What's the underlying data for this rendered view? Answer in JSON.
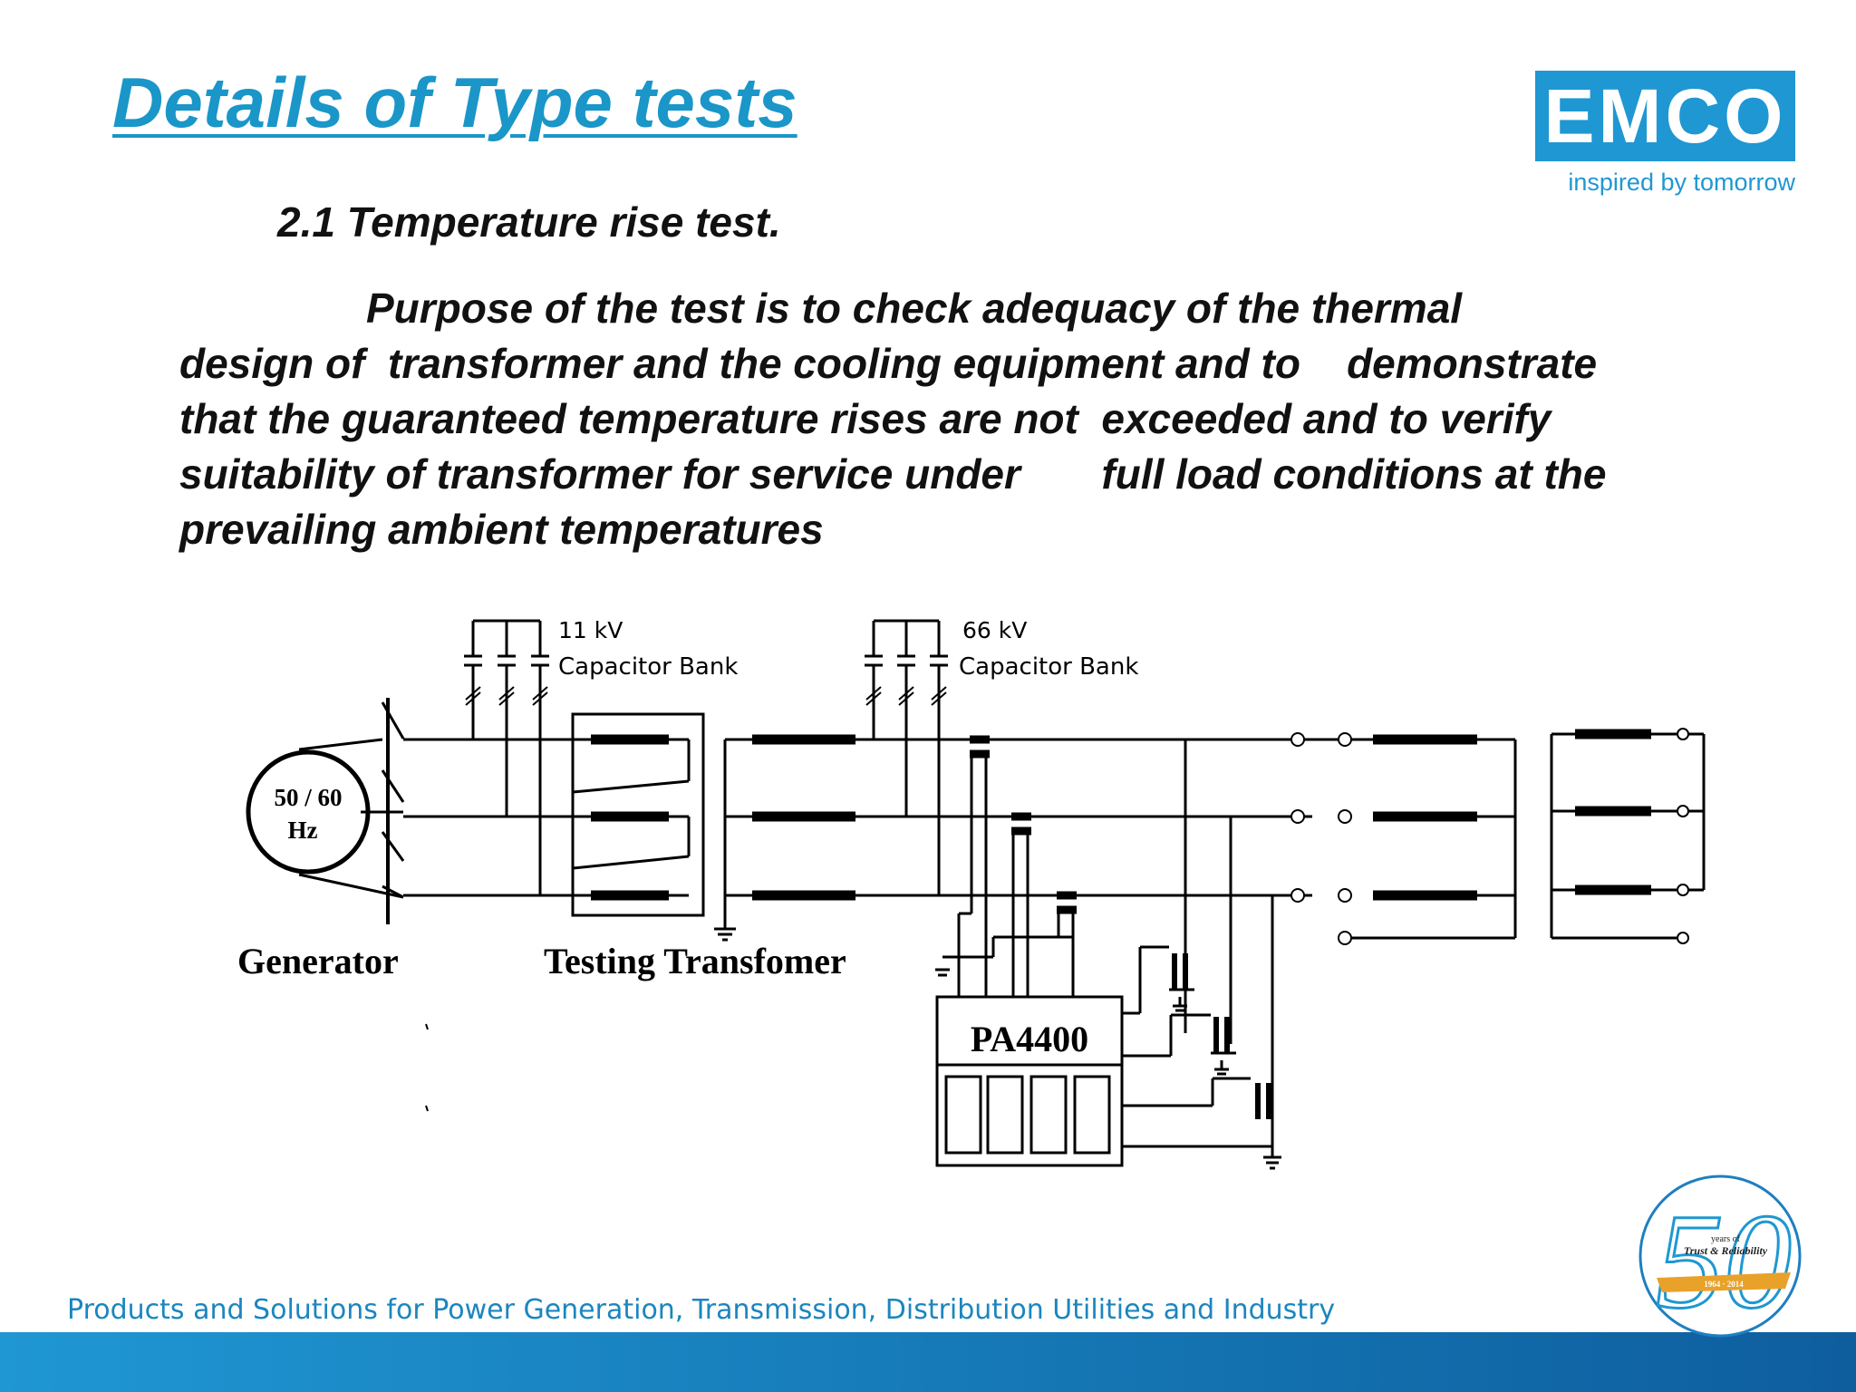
{
  "title": "Details of Type tests",
  "logo": {
    "name": "EMCO",
    "tagline": "inspired by tomorrow",
    "color": "#1f97d3"
  },
  "section": {
    "heading": "2.1 Temperature rise test.",
    "purpose_lines": [
      "Purpose of the test is to check adequacy of the thermal",
      "design of  transformer and the cooling equipment and to    demonstrate",
      "that the guaranteed temperature rises are not  exceeded and to verify",
      "suitability of transformer for service under       full load conditions at the",
      "prevailing ambient temperatures"
    ]
  },
  "diagram": {
    "capacitor_bank_11": {
      "voltage": "11 kV",
      "label": "Capacitor Bank"
    },
    "capacitor_bank_66": {
      "voltage": "66 kV",
      "label": "Capacitor Bank"
    },
    "generator_freq": {
      "line1": "50 / 60",
      "line2": "Hz"
    },
    "generator_label": "Generator",
    "testing_transformer_label": "Testing Transfomer",
    "analyzer_label": "PA4400"
  },
  "anniversary": {
    "years_text": "years of",
    "tagline": "Trust & Reliability",
    "number": "50",
    "span": "1964 · 2014"
  },
  "footer": {
    "text": "Products and Solutions for Power Generation, Transmission, Distribution Utilities and Industry",
    "bar_color": "#1f97d3"
  }
}
